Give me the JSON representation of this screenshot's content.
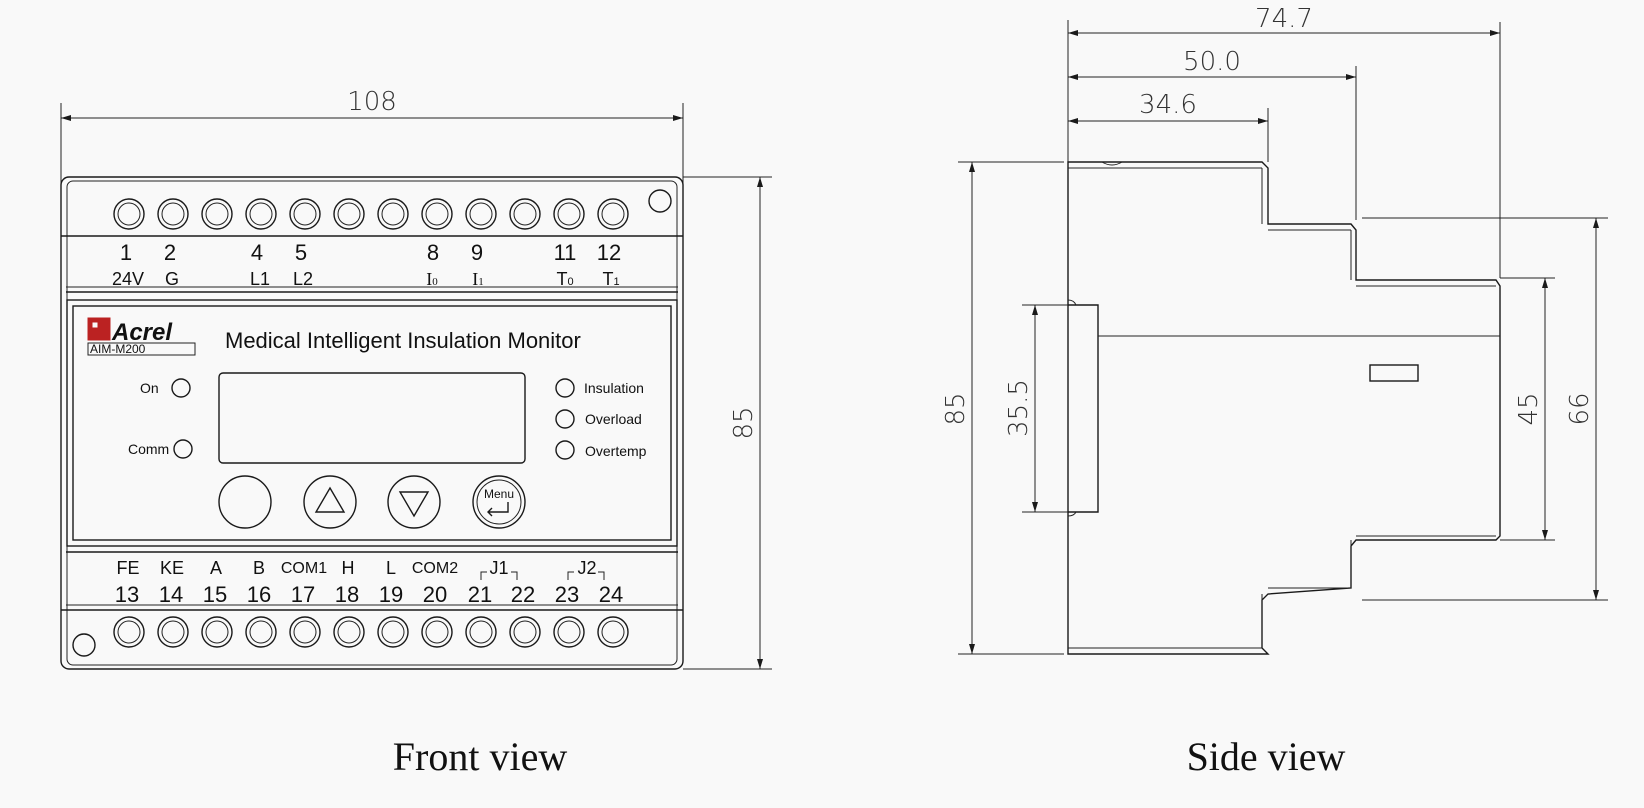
{
  "front": {
    "caption": "Front view",
    "width_dim": "108",
    "height_dim": "85",
    "top_terminal_numbers": [
      "1",
      "2",
      "4",
      "5",
      "8",
      "9",
      "11",
      "12"
    ],
    "top_terminal_labels": [
      "24V",
      "G",
      "L1",
      "L2",
      "T",
      "T"
    ],
    "top_serif_labels": [
      "I",
      "I"
    ],
    "top_serif_subs": [
      "0",
      "1"
    ],
    "top_t_subs": [
      "0",
      "1"
    ],
    "brand": "Acrel",
    "model": "AIM-M200",
    "title": "Medical Intelligent Insulation Monitor",
    "led_left": [
      "On",
      "Comm"
    ],
    "led_right": [
      "Insulation",
      "Overload",
      "Overtemp"
    ],
    "menu_label": "Menu",
    "bottom_terminal_labels": [
      "FE",
      "KE",
      "A",
      "B",
      "COM1",
      "H",
      "L",
      "COM2",
      "J1",
      "J2"
    ],
    "bottom_terminal_numbers": [
      "13",
      "14",
      "15",
      "16",
      "17",
      "18",
      "19",
      "20",
      "21",
      "22",
      "23",
      "24"
    ]
  },
  "side": {
    "caption": "Side view",
    "dims_top": [
      "74.7",
      "50.0",
      "34.6"
    ],
    "dims_vertical": [
      "85",
      "35.5",
      "45",
      "66"
    ]
  }
}
